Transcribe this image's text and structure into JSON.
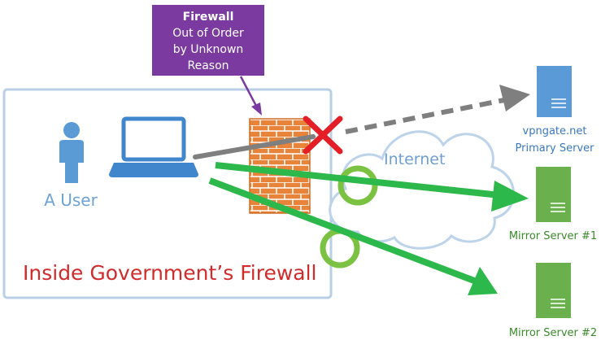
{
  "callout": {
    "title": "Firewall",
    "line1": "Out of Order",
    "line2": "by Unknown",
    "line3": "Reason"
  },
  "user": {
    "label": "A User"
  },
  "zone": {
    "label": "Inside Government’s Firewall"
  },
  "internet": {
    "label": "Internet"
  },
  "servers": {
    "primary": {
      "line1": "vpngate.net",
      "line2": "Primary Server"
    },
    "mirror1": {
      "label": "Mirror Server #1"
    },
    "mirror2": {
      "label": "Mirror Server #2"
    }
  },
  "colors": {
    "callout": "#7b3aa0",
    "zone_border": "#b8cfe6",
    "firewall_brick": "#e8843a",
    "blocked_mark": "#e41e26",
    "mirror_path": "#2db84b",
    "primary_path": "#7f7f7f",
    "server_primary": "#5a9ad6",
    "server_mirror": "#6ab04c",
    "user_icon": "#5b9bd5"
  }
}
